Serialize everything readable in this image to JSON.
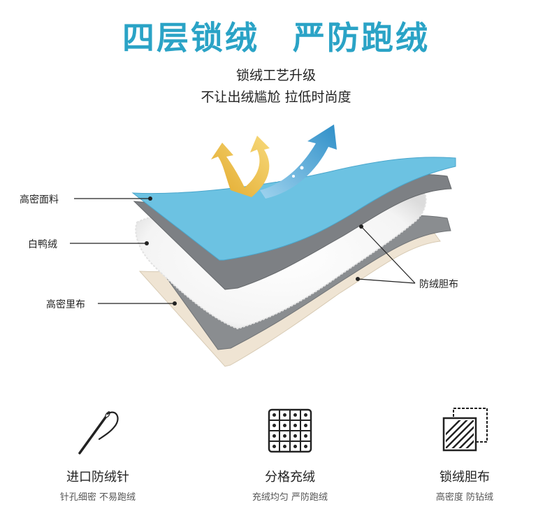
{
  "header": {
    "title_left": "四层锁绒",
    "title_right": "严防跑绒",
    "subtitle_1": "锁绒工艺升级",
    "subtitle_2": "不让出绒尴尬 拉低时尚度"
  },
  "layers": {
    "fabric_label": "高密面料",
    "down_label": "白鸭绒",
    "lining_label": "高密里布",
    "downproof_label": "防绒胆布"
  },
  "features": [
    {
      "icon": "needle-icon",
      "name": "进口防绒针",
      "desc": "针孔细密 不易跑绒"
    },
    {
      "icon": "grid-quilting-icon",
      "name": "分格充绒",
      "desc": "充绒均匀 严防跑绒"
    },
    {
      "icon": "fabric-layers-icon",
      "name": "锁绒胆布",
      "desc": "高密度 防钻绒"
    }
  ],
  "colors": {
    "title": "#2aa3c6",
    "fabric": "#6cc2e2",
    "downproof": "#7a7d80",
    "lining": "#efe4d3",
    "arrow_yellow": "#e8b63a",
    "arrow_blue": "#3f9fd0"
  }
}
